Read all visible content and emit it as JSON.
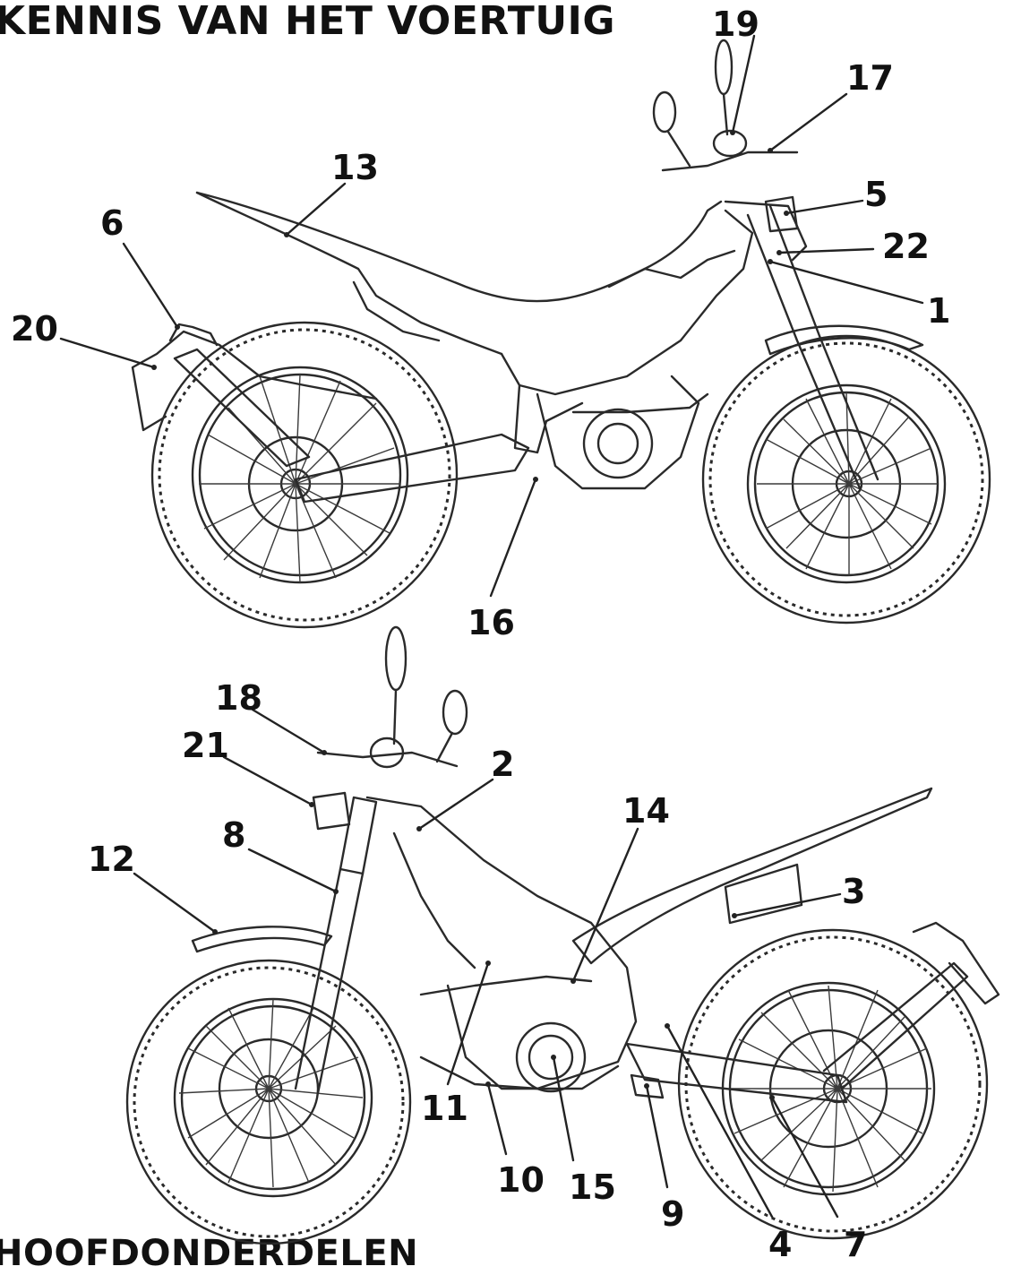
{
  "headings": {
    "top": "KENNIS VAN HET VOERTUIG",
    "bottom": "HOOFDONDERDELEN"
  },
  "callouts": {
    "c1": "1",
    "c2": "2",
    "c3": "3",
    "c4": "4",
    "c5": "5",
    "c6": "6",
    "c7": "7",
    "c8": "8",
    "c9": "9",
    "c10": "10",
    "c11": "11",
    "c12": "12",
    "c13": "13",
    "c14": "14",
    "c15": "15",
    "c16": "16",
    "c17": "17",
    "c18": "18",
    "c19": "19",
    "c20": "20",
    "c21": "21",
    "c22": "22"
  },
  "colors": {
    "ink": "#222222",
    "background": "#ffffff"
  }
}
